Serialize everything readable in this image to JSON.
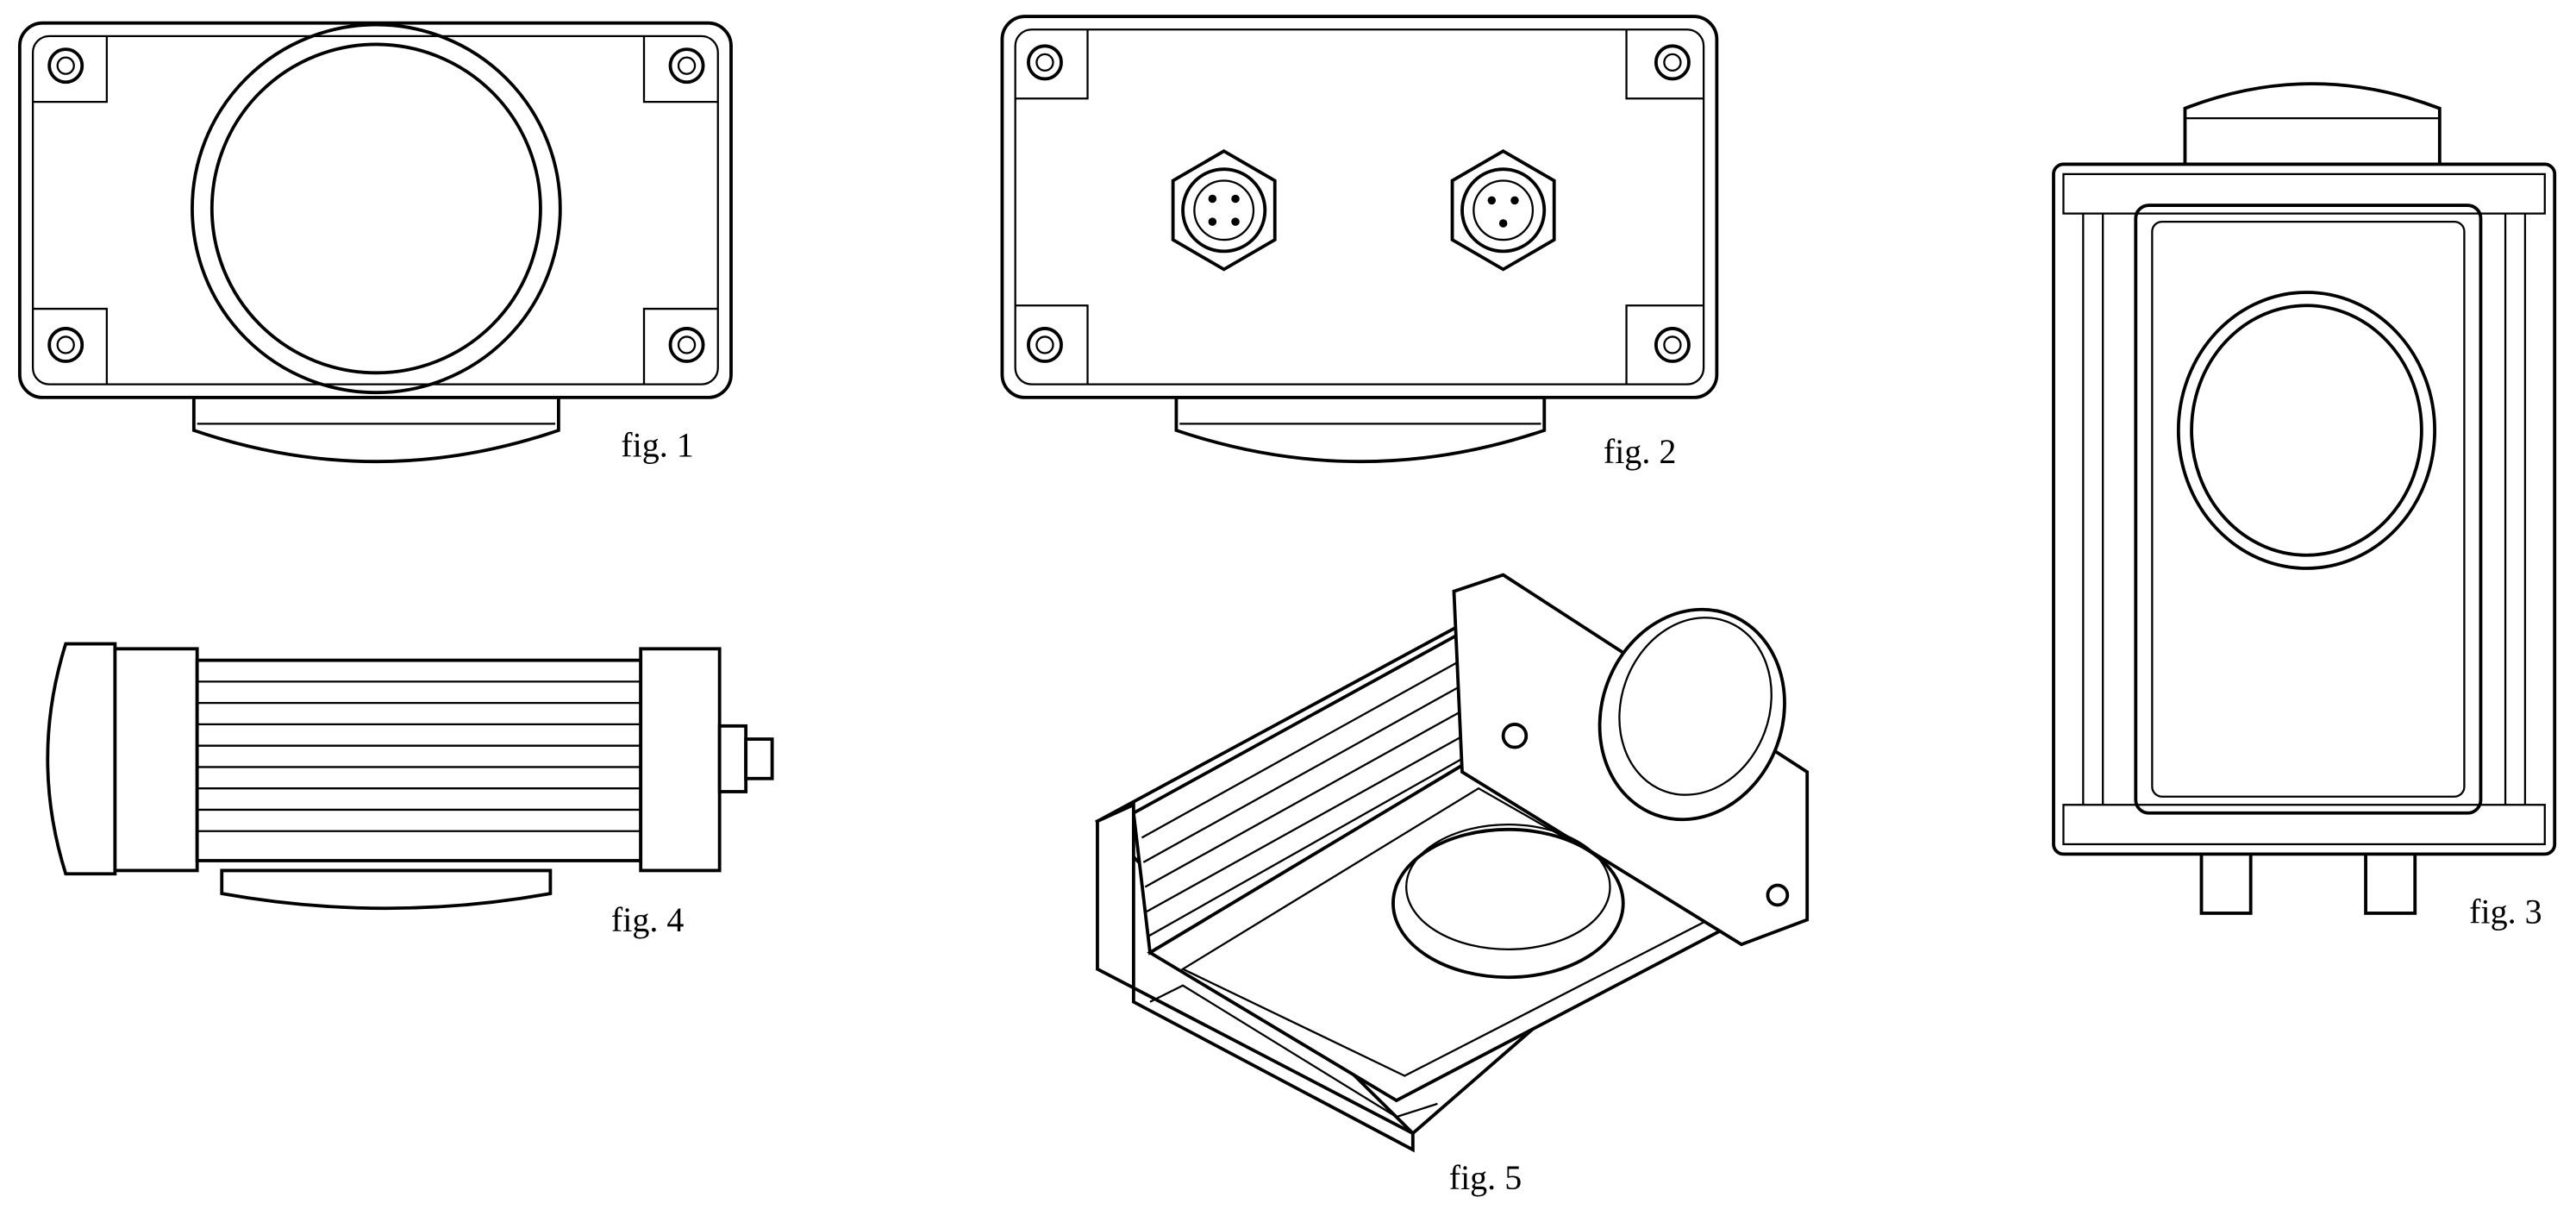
{
  "figures": [
    {
      "id": "fig1",
      "label": "fig. 1",
      "view": "front"
    },
    {
      "id": "fig2",
      "label": "fig. 2",
      "view": "back"
    },
    {
      "id": "fig3",
      "label": "fig. 3",
      "view": "top"
    },
    {
      "id": "fig4",
      "label": "fig. 4",
      "view": "side"
    },
    {
      "id": "fig5",
      "label": "fig. 5",
      "view": "perspective"
    }
  ],
  "colors": {
    "ink": "#000000",
    "paper": "#ffffff"
  }
}
